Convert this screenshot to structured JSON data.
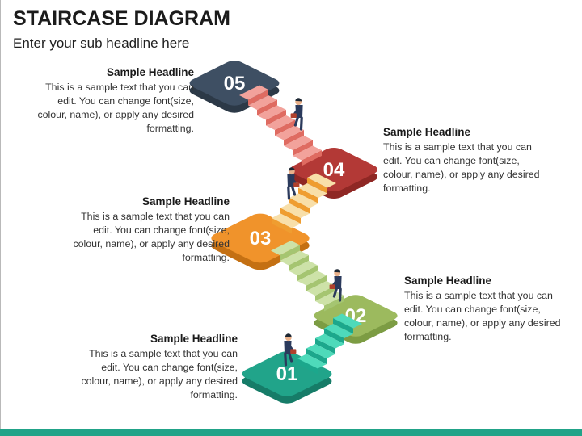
{
  "slide": {
    "title": "STAIRCASE DIAGRAM",
    "subtitle": "Enter your sub headline here",
    "accent_color": "#21A388",
    "background_color": "#FFFFFF"
  },
  "figure_icon": {
    "name": "businessman-with-briefcase-icon",
    "suit_color": "#2B3A5C",
    "skin_color": "#E9B18B",
    "briefcase_color": "#B0402C",
    "hair_color": "#1D2733"
  },
  "steps": [
    {
      "number": "01",
      "headline": "Sample Headline",
      "body": "This is a sample text that you can edit. You can change font(size, colour, name), or apply any desired formatting.",
      "color": "#21A48A",
      "side_color": "#167C68",
      "stair_tread": "#4EDABA",
      "stair_riser": "#1CA78C"
    },
    {
      "number": "02",
      "headline": "Sample Headline",
      "body": "This is a sample text that you can edit. You can change font(size, colour, name), or apply any desired formatting.",
      "color": "#9CBA5E",
      "side_color": "#7C9C43",
      "stair_tread": "#CDE2A8",
      "stair_riser": "#A5C571"
    },
    {
      "number": "03",
      "headline": "Sample Headline",
      "body": "This is a sample text that you can edit. You can change font(size, colour, name), or apply any desired formatting.",
      "color": "#F0932B",
      "side_color": "#C47013",
      "stair_tread": "#F8DFA9",
      "stair_riser": "#EF9D30"
    },
    {
      "number": "04",
      "headline": "Sample Headline",
      "body": "This is a sample text that you can edit. You can change font(size, colour, name), or apply any desired formatting.",
      "color": "#B33936",
      "side_color": "#8F2724",
      "stair_tread": "#F2A29B",
      "stair_riser": "#DF6B61"
    },
    {
      "number": "05",
      "headline": "Sample Headline",
      "body": "This is a sample text that you can edit. You can change font(size, colour, name), or apply any desired formatting.",
      "color": "#3E4F63",
      "side_color": "#2C3947"
    }
  ]
}
